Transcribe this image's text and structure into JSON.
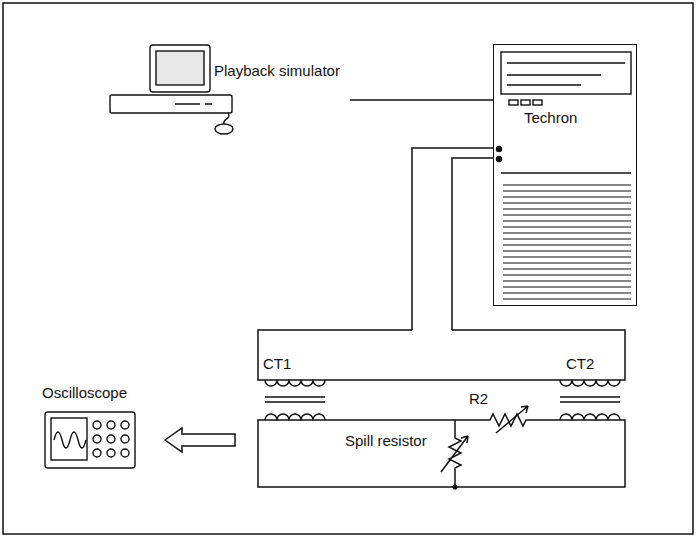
{
  "diagram": {
    "nodes": [
      {
        "text": [
          "Playback simulator"
        ]
      },
      {
        "text": [
          "Techron"
        ]
      },
      {
        "text": [
          "Oscilloscope"
        ]
      }
    ],
    "edges": [
      {
        "from": 0,
        "to": 1,
        "arrow": "none"
      }
    ],
    "labels": [
      "CT1",
      "CT2",
      "Spill resistor",
      "R2"
    ]
  }
}
